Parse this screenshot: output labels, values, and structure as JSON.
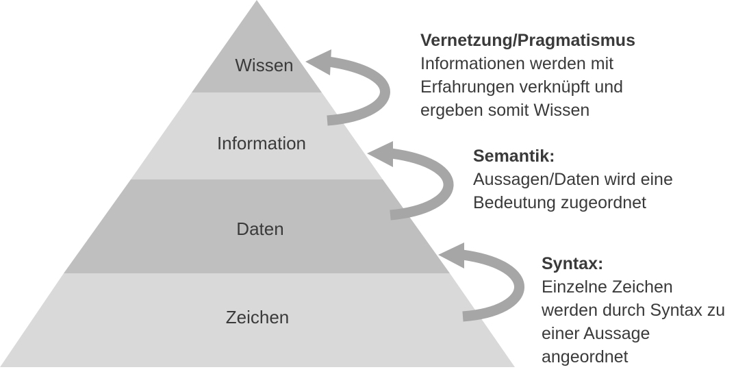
{
  "colors": {
    "layer_light": "#d9d9d9",
    "layer_dark": "#bfbfbf",
    "arrow": "#a6a6a6",
    "text": "#3a3a3a"
  },
  "pyramid": {
    "layers": [
      {
        "label": "Wissen",
        "shade": "dark"
      },
      {
        "label": "Information",
        "shade": "light"
      },
      {
        "label": "Daten",
        "shade": "dark"
      },
      {
        "label": "Zeichen",
        "shade": "light"
      }
    ]
  },
  "descriptions": [
    {
      "id": "pragmatik",
      "title": "Vernetzung/Pragmatismus",
      "body": "Informationen werden mit Erfahrungen verknüpft und ergeben somit Wissen"
    },
    {
      "id": "semantik",
      "title": "Semantik:",
      "body": "Aussagen/Daten wird eine Bedeutung zugeordnet"
    },
    {
      "id": "syntax",
      "title": "Syntax:",
      "body": "Einzelne Zeichen werden durch Syntax zu einer Aussage angeordnet"
    }
  ],
  "arrows": [
    {
      "from": "Information",
      "to": "Wissen",
      "icon": "curved-arrow-icon"
    },
    {
      "from": "Daten",
      "to": "Information",
      "icon": "curved-arrow-icon"
    },
    {
      "from": "Zeichen",
      "to": "Daten",
      "icon": "curved-arrow-icon"
    }
  ]
}
